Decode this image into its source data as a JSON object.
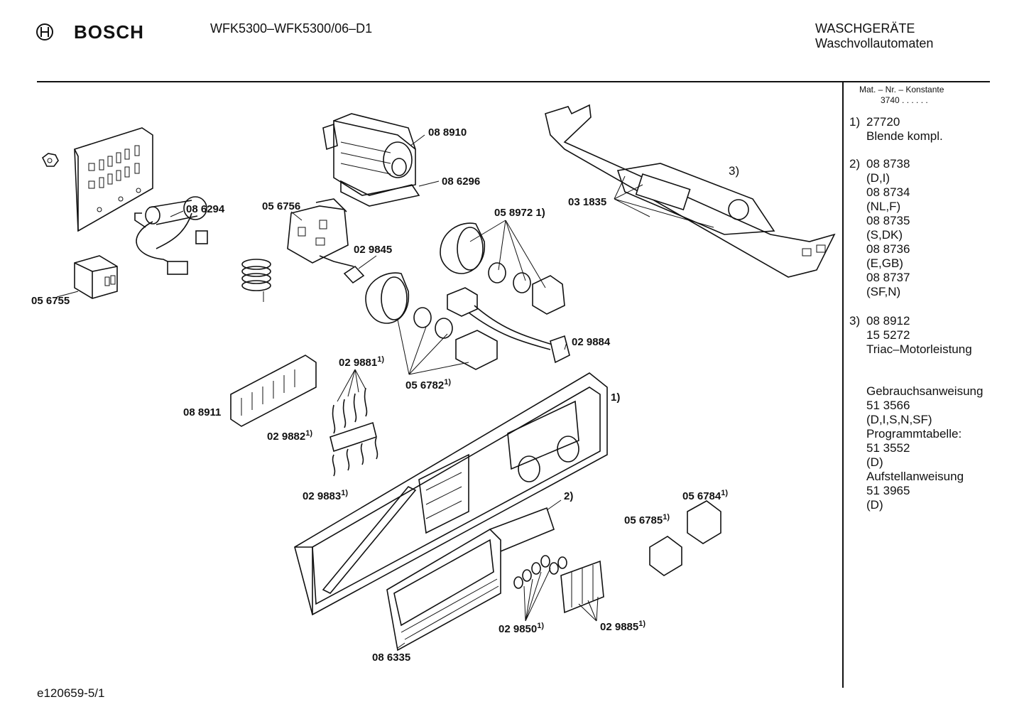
{
  "header": {
    "brand": "BOSCH",
    "model": "WFK5300–WFK5300/06–D1",
    "category": "WASCHGERÄTE",
    "subcategory": "Waschvollautomaten"
  },
  "sidebar": {
    "mat_heading": "Mat. – Nr. – Konstante",
    "mat_value": "3740",
    "notes": [
      {
        "num": "1)",
        "lines": [
          "27720",
          "Blende kompl."
        ]
      },
      {
        "num": "2)",
        "lines": [
          "08 8738",
          "(D,I)",
          "08 8734",
          "(NL,F)",
          "08 8735",
          "(S,DK)",
          "08 8736",
          "(E,GB)",
          "08 8737",
          "(SF,N)"
        ]
      },
      {
        "num": "3)",
        "lines": [
          "08 8912",
          "15 5272",
          "Triac–Motorleistung"
        ]
      }
    ],
    "documents": [
      "Gebrauchsanweisung",
      "51 3566",
      "(D,I,S,N,SF)",
      "Programmtabelle:",
      "51 3552",
      "(D)",
      "Aufstellanweisung",
      "51 3965",
      "(D)"
    ]
  },
  "parts": {
    "p088910": "08 8910",
    "p086296": "08 6296",
    "p086294": "08 6294",
    "p056756": "05 6756",
    "p058972": "05 8972",
    "p031835": "03 1835",
    "p029845": "02 9845",
    "p056755": "05 6755",
    "p029884": "02 9884",
    "p029881": "02 9881",
    "p056782": "05 6782",
    "p088911": "08 8911",
    "p029882": "02 9882",
    "p029883": "02 9883",
    "p056784": "05 6784",
    "p056785": "05 6785",
    "p029850": "02 9850",
    "p029885": "02 9885",
    "p086335": "08 6335"
  },
  "marks": {
    "one": "1)",
    "two": "2)",
    "three": "3)"
  },
  "footer": {
    "code": "e120659-5/1"
  }
}
